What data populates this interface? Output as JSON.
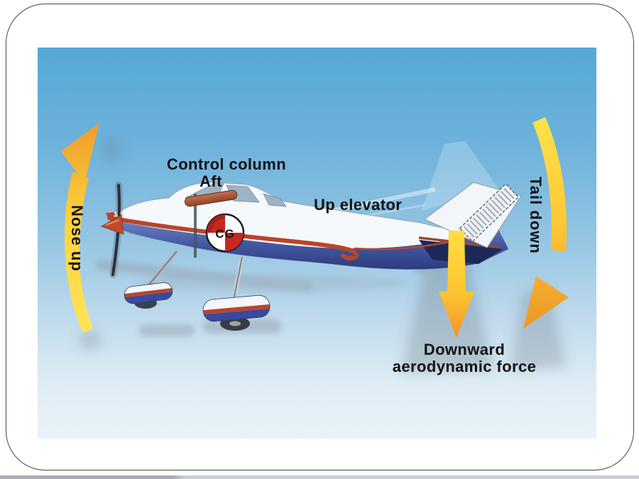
{
  "frame": {
    "background": "#ffffff",
    "border_color": "#474747"
  },
  "diagram": {
    "sky_top_color": "#55a8d6",
    "sky_bottom_color": "#eaf2f8",
    "labels": {
      "nose_up": "Nose up",
      "control_column_line1": "Control column",
      "control_column_line2": "Aft",
      "up_elevator": "Up elevator",
      "tail_down": "Tail down",
      "force_line1": "Downward",
      "force_line2": "aerodynamic force",
      "cg": "CG"
    },
    "colors": {
      "arrow_yellow": "#ffe14a",
      "arrow_orange": "#ee9b2b",
      "stripe_red": "#b8452b",
      "fuselage_blue": "#2c3b80",
      "navy_shadow": "#1b2858",
      "label_text": "#121212",
      "cg_red": "#c4281f"
    },
    "icons": [
      "nose-up-arrow",
      "tail-down-arrow",
      "downforce-arrow",
      "cg-marker"
    ]
  }
}
